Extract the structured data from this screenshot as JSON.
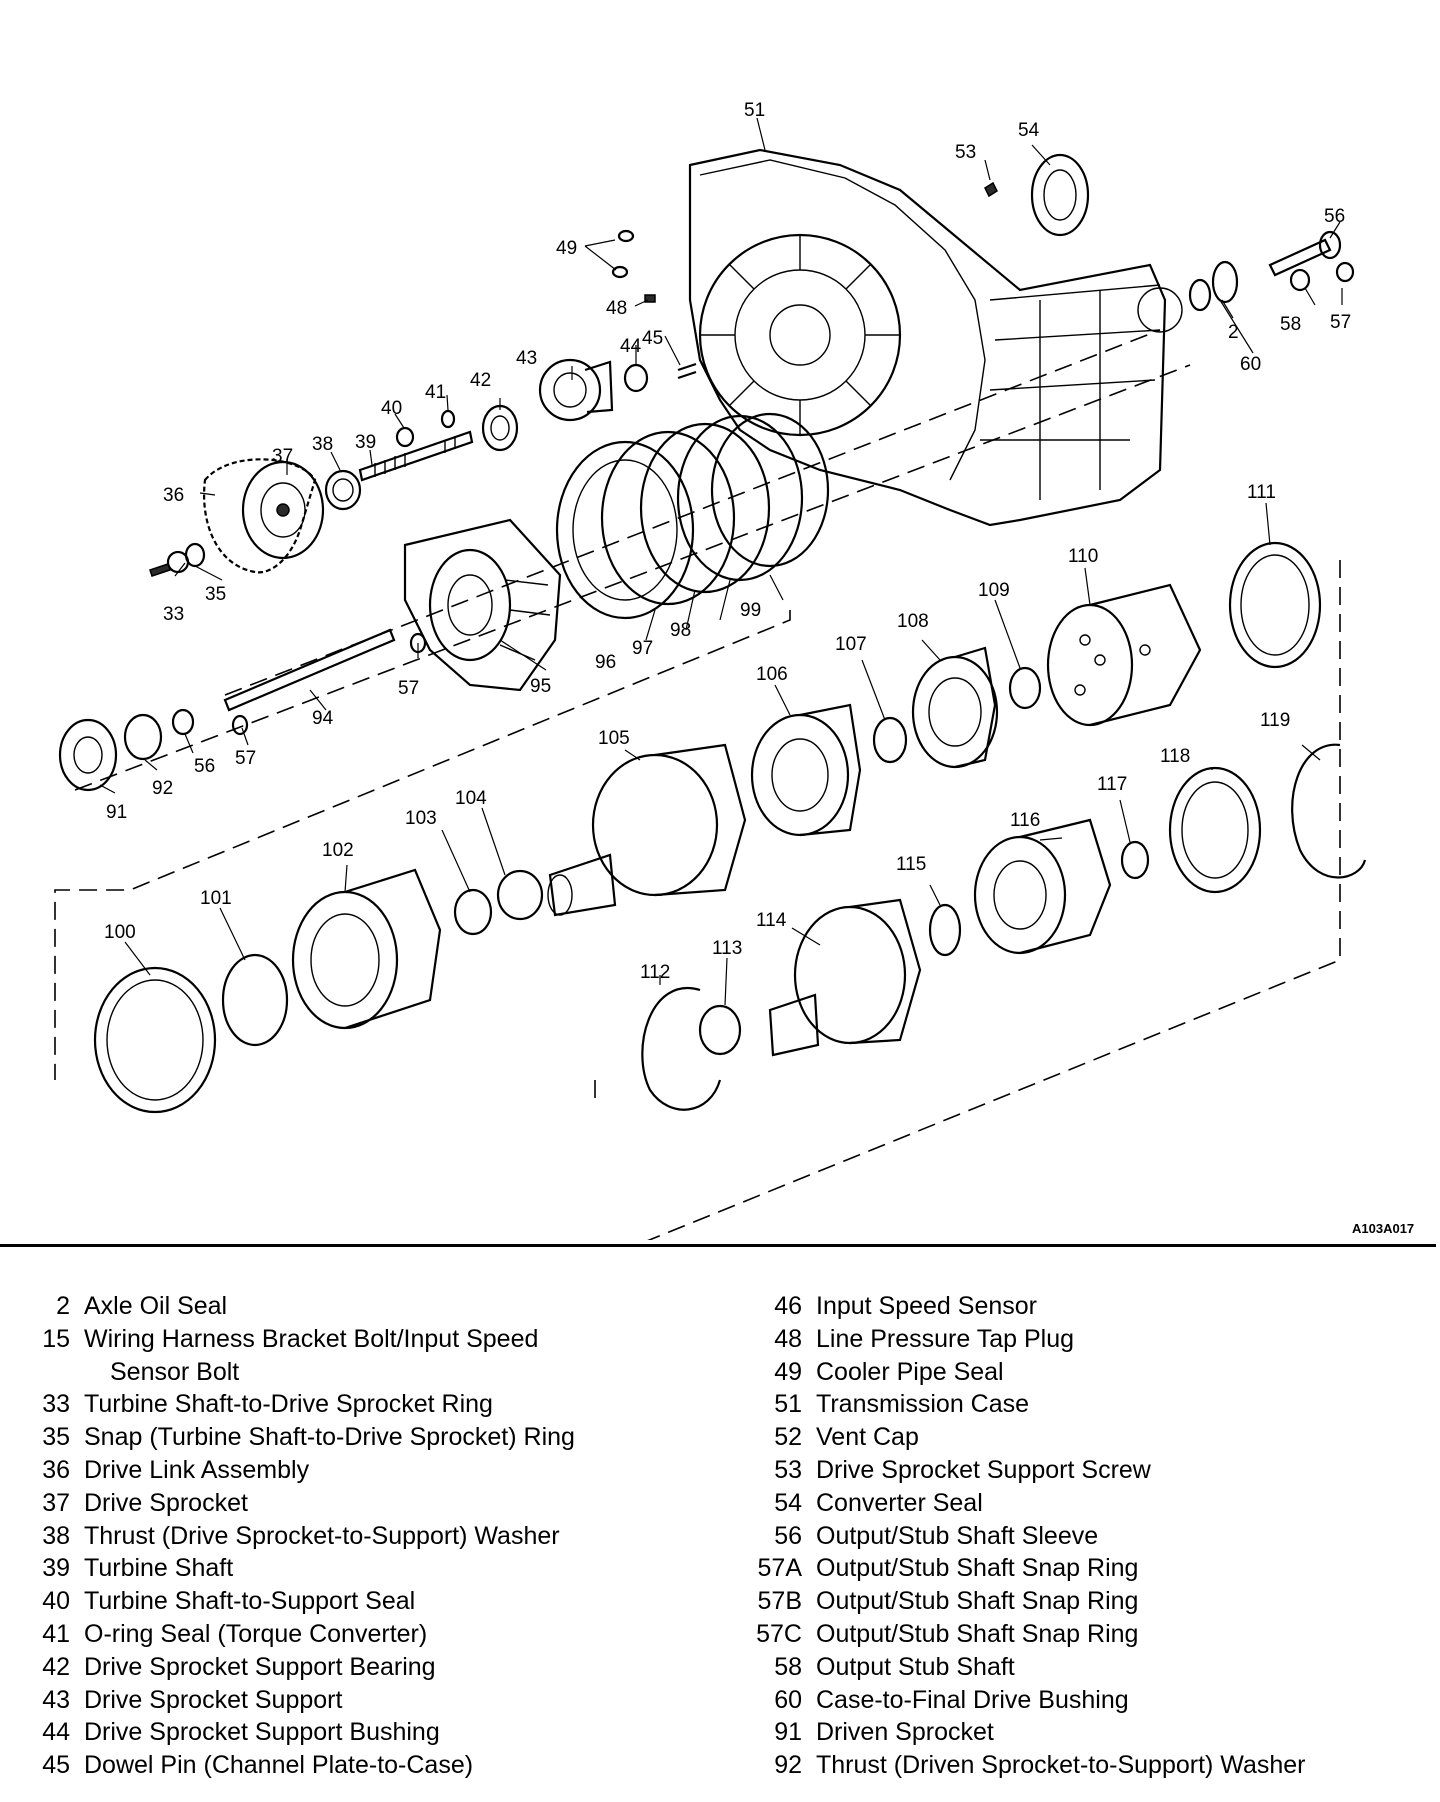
{
  "figure_code": "A103A017",
  "callouts": [
    "51",
    "54",
    "53",
    "56",
    "49",
    "48",
    "2",
    "58",
    "57",
    "60",
    "45",
    "44",
    "43",
    "42",
    "41",
    "40",
    "39",
    "38",
    "37",
    "36",
    "33",
    "35",
    "111",
    "110",
    "109",
    "108",
    "107",
    "106",
    "105",
    "104",
    "103",
    "102",
    "101",
    "100",
    "99",
    "98",
    "97",
    "96",
    "95",
    "94",
    "57",
    "56",
    "57",
    "92",
    "91",
    "119",
    "118",
    "117",
    "116",
    "115",
    "114",
    "113",
    "112"
  ],
  "legend": {
    "left": [
      {
        "num": "2",
        "text": "Axle Oil Seal"
      },
      {
        "num": "15",
        "text": "Wiring Harness Bracket Bolt/Input Speed",
        "cont": "Sensor Bolt"
      },
      {
        "num": "33",
        "text": "Turbine Shaft-to-Drive Sprocket Ring"
      },
      {
        "num": "35",
        "text": "Snap (Turbine Shaft-to-Drive Sprocket) Ring"
      },
      {
        "num": "36",
        "text": "Drive Link Assembly"
      },
      {
        "num": "37",
        "text": "Drive Sprocket"
      },
      {
        "num": "38",
        "text": "Thrust (Drive Sprocket-to-Support) Washer"
      },
      {
        "num": "39",
        "text": "Turbine Shaft"
      },
      {
        "num": "40",
        "text": "Turbine Shaft-to-Support Seal"
      },
      {
        "num": "41",
        "text": "O-ring Seal (Torque Converter)"
      },
      {
        "num": "42",
        "text": "Drive Sprocket Support Bearing"
      },
      {
        "num": "43",
        "text": "Drive Sprocket Support"
      },
      {
        "num": "44",
        "text": "Drive Sprocket Support Bushing"
      },
      {
        "num": "45",
        "text": "Dowel Pin (Channel Plate-to-Case)"
      }
    ],
    "right": [
      {
        "num": "46",
        "text": "Input Speed Sensor"
      },
      {
        "num": "48",
        "text": "Line Pressure Tap Plug"
      },
      {
        "num": "49",
        "text": "Cooler Pipe Seal"
      },
      {
        "num": "51",
        "text": "Transmission Case"
      },
      {
        "num": "52",
        "text": "Vent Cap"
      },
      {
        "num": "53",
        "text": "Drive Sprocket Support Screw"
      },
      {
        "num": "54",
        "text": "Converter Seal"
      },
      {
        "num": "56",
        "text": "Output/Stub Shaft Sleeve"
      },
      {
        "num": "57A",
        "text": "Output/Stub Shaft Snap Ring"
      },
      {
        "num": "57B",
        "text": "Output/Stub Shaft Snap Ring"
      },
      {
        "num": "57C",
        "text": "Output/Stub Shaft Snap Ring"
      },
      {
        "num": "58",
        "text": "Output Stub Shaft"
      },
      {
        "num": "60",
        "text": "Case-to-Final Drive Bushing"
      },
      {
        "num": "91",
        "text": "Driven Sprocket"
      },
      {
        "num": "92",
        "text": "Thrust (Driven Sprocket-to-Support) Washer"
      }
    ]
  }
}
